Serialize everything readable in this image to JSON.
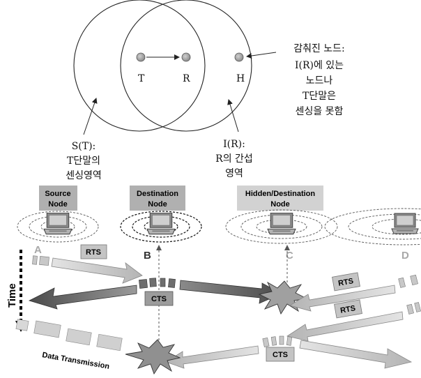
{
  "venn": {
    "node_t": "T",
    "node_r": "R",
    "node_h": "H",
    "hidden_note": [
      "감춰진 노드:",
      "I(R)에 있는",
      "노드나",
      "T단말은",
      "센싱을 못함"
    ],
    "sensing_label": [
      "S(T):",
      "T단말의",
      "센싱영역"
    ],
    "interference_label": [
      "I(R):",
      "R의 간섭",
      "영역"
    ]
  },
  "timeline": {
    "nodes": [
      {
        "title": [
          "Source",
          "Node"
        ],
        "letter": "A"
      },
      {
        "title": [
          "Destination",
          "Node"
        ],
        "letter": "B"
      },
      {
        "title": [
          "Hidden/Destination",
          "Node"
        ],
        "letter": "C"
      },
      {
        "title": [],
        "letter": "D"
      }
    ],
    "time_label": "Time",
    "messages": {
      "rts_a": "RTS",
      "cts_b": "CTS",
      "rts_d1": "RTS",
      "rts_d2": "RTS",
      "cts_c": "CTS",
      "data": "Data Transmission"
    }
  },
  "colors": {
    "circle": "#222222",
    "node_fill": "#a8a8a8",
    "label_box": "#b0b0b0",
    "arrow_light": "#c8c8c8",
    "arrow_dark": "#6a6a6a",
    "burst": "#909090"
  }
}
